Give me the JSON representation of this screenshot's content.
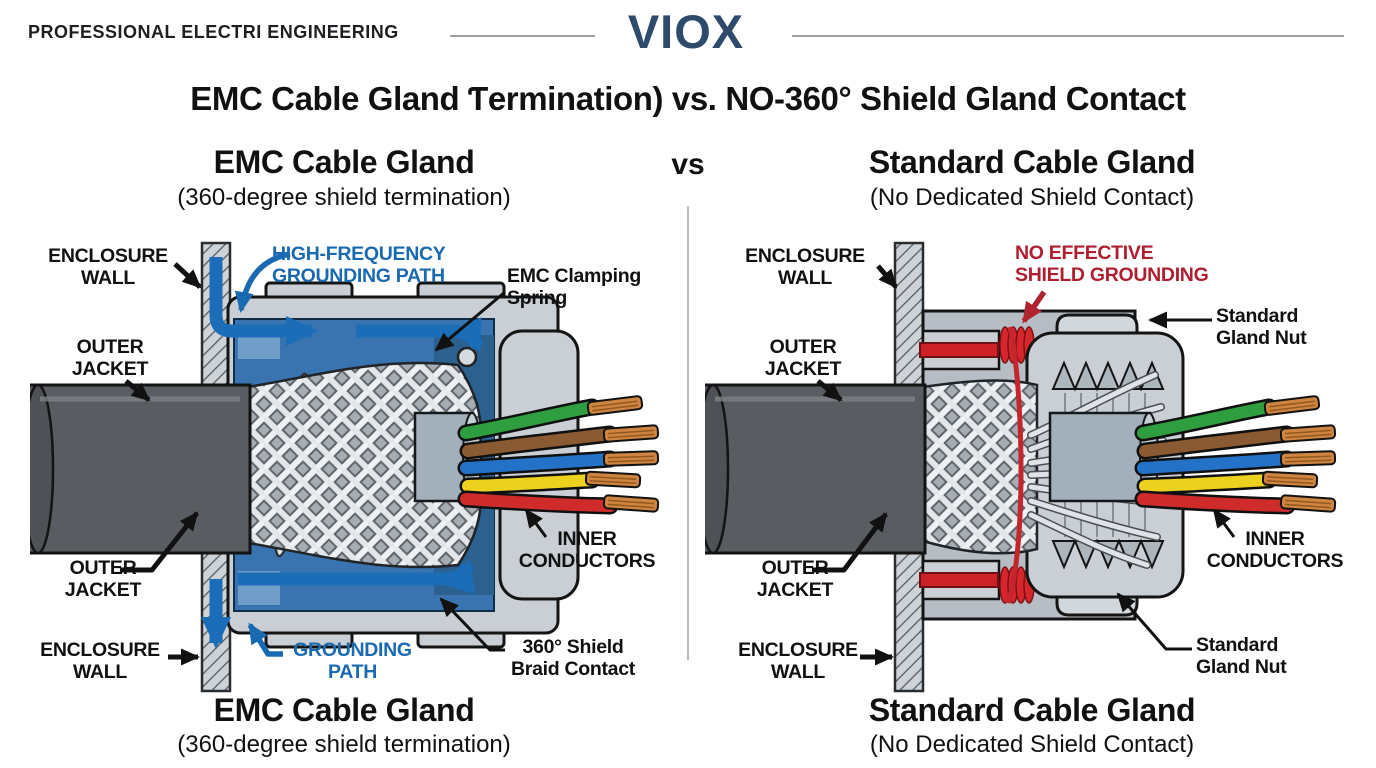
{
  "header": {
    "tagline": "PROFESSIONAL ELECTRI ENGINEERING",
    "logo": "VIOX"
  },
  "title": "EMC Cable Gland Ƭermination) vs. NO-360° Shield Gland Contact",
  "vs_label": "vs",
  "left_panel": {
    "heading": "EMC Cable Gland",
    "subheading": "(360-degree shield termination)",
    "caption": "EMC Cable Gland",
    "caption_sub": "(360-degree shield termination)",
    "labels": {
      "enclosure_wall_top": "ENCLOSURE\nWALL",
      "high_frequency_grounding_path": "HIGH-FREQUENCY\nGROUNDING PATH",
      "emc_clamping_spring": "EMC Clamping\nSpring",
      "outer_jacket_top": "OUTER\nJACKET",
      "outer_jacket_bottom": "OUTER\nJACKET",
      "enclosure_wall_bottom": "ENCLOSURE\nWALL",
      "grounding_path": "GROUNDING\nPATH",
      "shield_braid_contact": "360° Shield\nBraid Contact",
      "inner_conductors": "INNER\nCONDUCTORS"
    }
  },
  "right_panel": {
    "heading": "Standard Cable Gland",
    "subheading": "(No Dedicated Shield Contact)",
    "caption": "Standard Cable Gland",
    "caption_sub": "(No Dedicated Shield Contact)",
    "labels": {
      "enclosure_wall_top": "ENCLOSURE\nWALL",
      "no_effective_shield_grounding": "NO EFFECTIVE\nSHIELD GROUNDING",
      "standard_gland_nut_top": "Standard\nGland Nut",
      "outer_jacket_top": "OUTER\nJACKET",
      "outer_jacket_bottom": "OUTER\nJACKET",
      "enclosure_wall_bottom": "ENCLOSURE\nWALL",
      "inner_conductors": "INNER\nCONDUCTORS",
      "standard_gland_nut_bottom": "Standard\nGland Nut"
    }
  },
  "colors": {
    "logo_navy": "#2e4b6b",
    "grounding_blue": "#1a6ab2",
    "warning_red": "#b01f2f",
    "diagram_red": "#cc2127",
    "divider_gray": "#b9b9b9"
  }
}
